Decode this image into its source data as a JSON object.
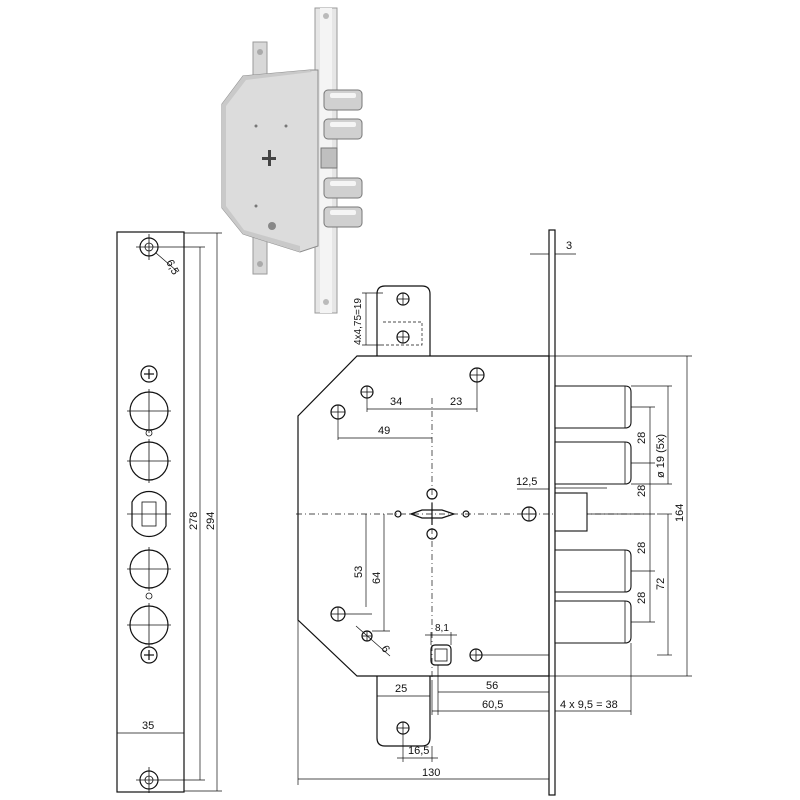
{
  "dimensions": {
    "faceplate_hole_dia": "6,5",
    "faceplate_inner_length": "278",
    "faceplate_length": "294",
    "faceplate_width": "35",
    "front_thickness": "3",
    "top_tab_slots": "4x4,75=19",
    "top_hole_offset_a": "34",
    "top_hole_offset_b": "23",
    "top_hole_offset_c": "49",
    "bolt_spacing_top": "28",
    "bolt_spacing_mid": "28",
    "bolt_spacing_low_a": "28",
    "bolt_spacing_low_b": "28",
    "bolt_diameter": "ø 19 (5x)",
    "latch_offset": "12,5",
    "case_height": "164",
    "low_hole_a": "53",
    "low_hole_b": "64",
    "bolt_group_low": "72",
    "fixing_hole_dia": "6",
    "spindle_square": "8,1",
    "tab_width": "25",
    "spindle_to_front": "56",
    "backset": "60,5",
    "bolt_throw": "4 x 9,5 = 38",
    "tab_offset": "16,5",
    "case_depth": "130"
  }
}
